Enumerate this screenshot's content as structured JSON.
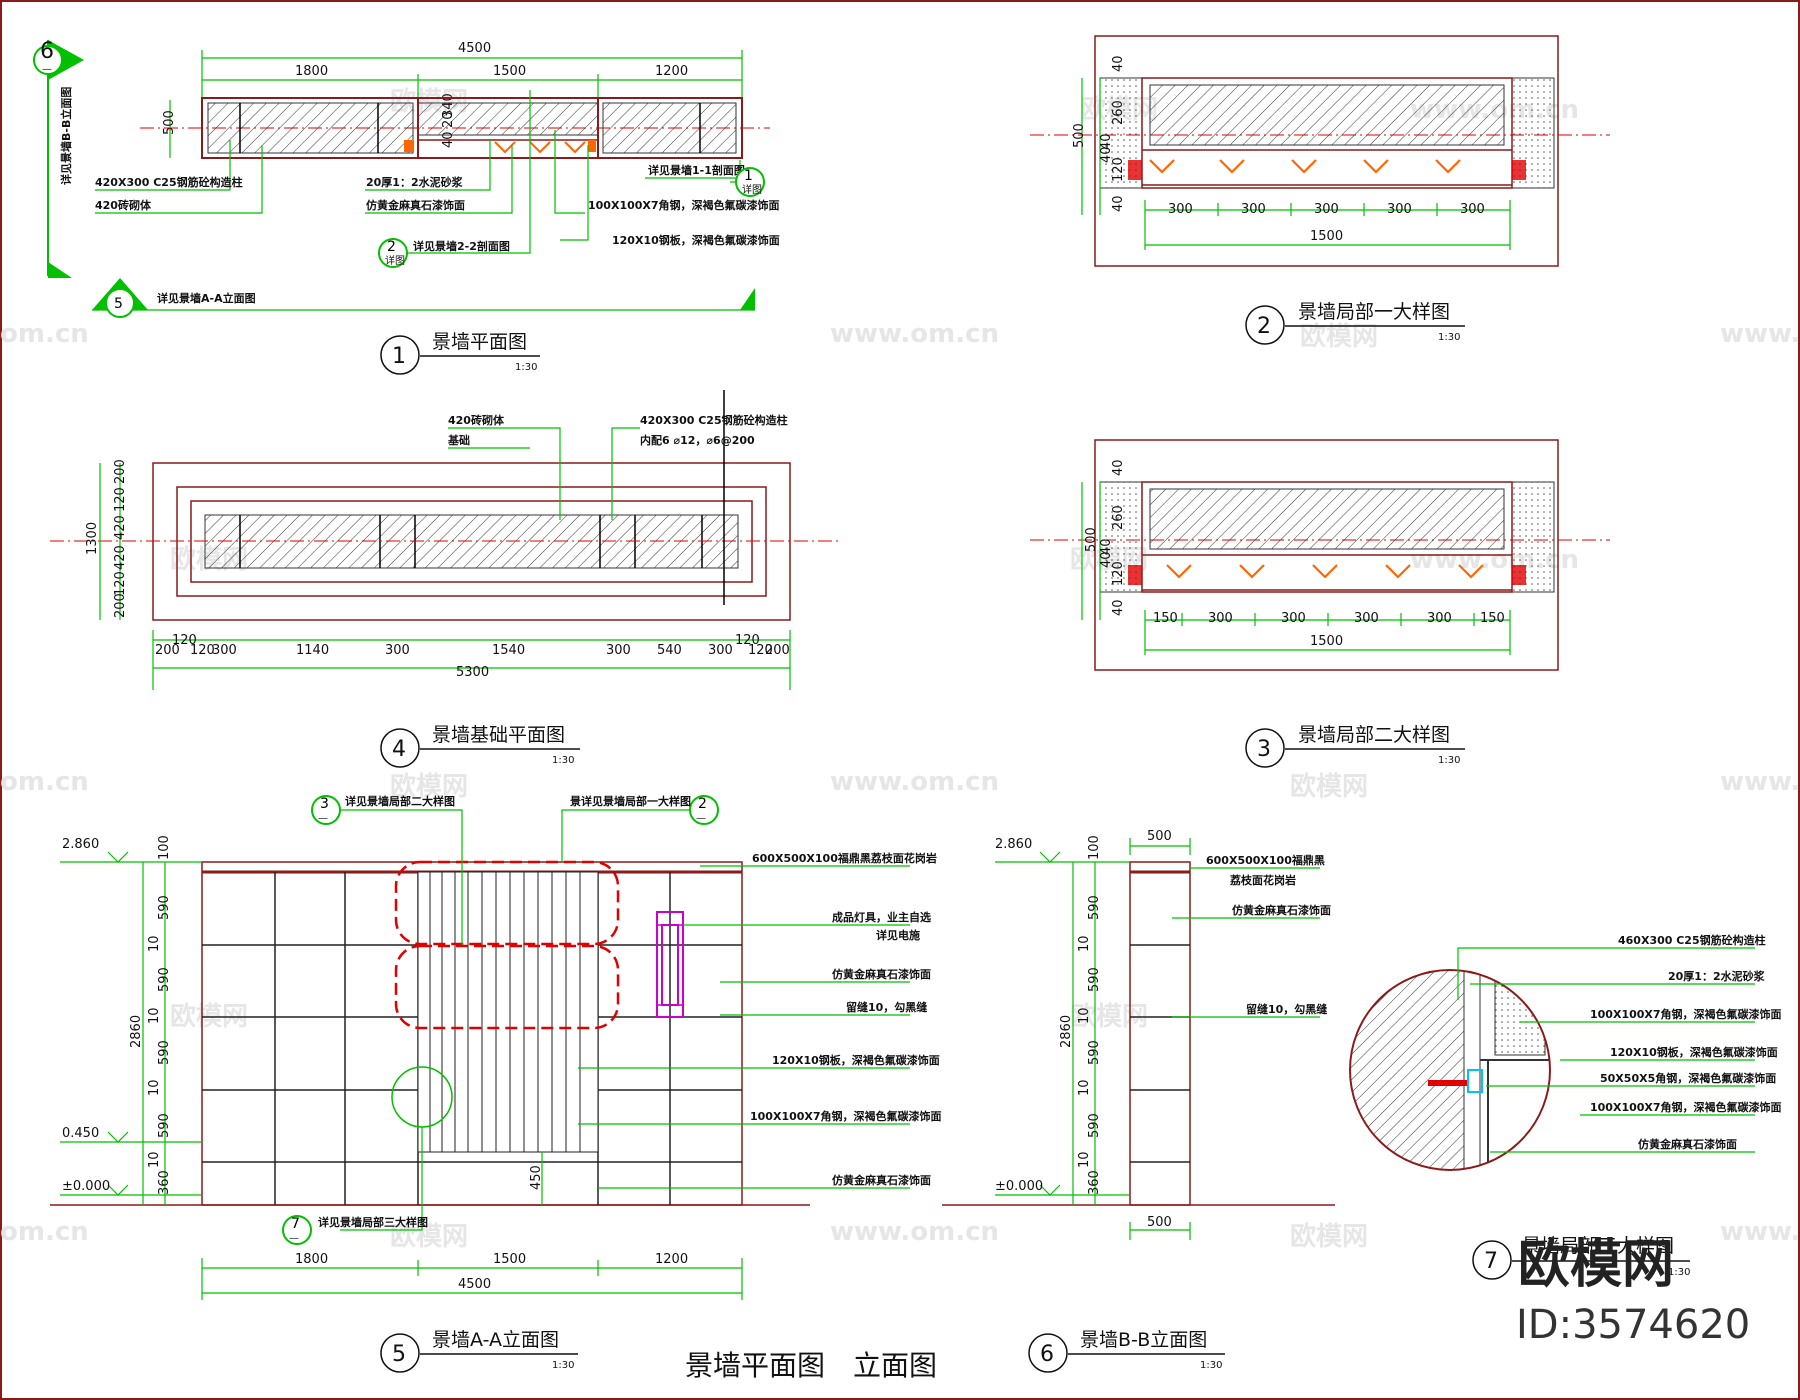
{
  "sheet_title": "景墙平面图　立面图",
  "watermark": {
    "text": "欧模网",
    "id": "ID:3574620",
    "site": "www.om.cn",
    "site_short": "om.cn"
  },
  "colors": {
    "outline": "#8b1a1a",
    "dim": "#00c000",
    "axis": "#e00000",
    "leader": "#00c000",
    "lamp": "#cc00cc",
    "hatch": "#333333",
    "bevel": "#ff6600"
  },
  "views": {
    "v1": {
      "num": "1",
      "title": "景墙平面图",
      "scale": "1:30",
      "dims_top": [
        "4500",
        "1800",
        "1500",
        "1200"
      ],
      "dim_left": "500",
      "dims_small": [
        "40",
        "20",
        "340"
      ],
      "ann": [
        "420X300 C25钢筋砼构造柱",
        "420砖砌体",
        "20厚1：2水泥砂浆",
        "仿黄金麻真石漆饰面",
        "100X100X7角钢，深褐色氟碳漆饰面",
        "120X10钢板，深褐色氟碳漆饰面",
        "详见景墙1-1剖面图",
        "详见景墙2-2剖面图",
        "详见景墙A-A立面图",
        "详见景墙B-B立面图"
      ],
      "callouts": [
        "6",
        "1",
        "2",
        "5"
      ],
      "callout_sub": [
        "—",
        "详图"
      ]
    },
    "v2": {
      "num": "2",
      "title": "景墙局部一大样图",
      "scale": "1:30",
      "dims_left": [
        "40",
        "260",
        "40",
        "40",
        "120",
        "40"
      ],
      "dim_left_total": "500",
      "dims_bottom": [
        "300",
        "300",
        "300",
        "300",
        "300"
      ],
      "dim_total": "1500"
    },
    "v3": {
      "num": "3",
      "title": "景墙局部二大样图",
      "scale": "1:30",
      "dims_left": [
        "40",
        "260",
        "40",
        "40",
        "120",
        "40"
      ],
      "dim_left_total": "500",
      "dims_bottom": [
        "150",
        "300",
        "300",
        "300",
        "300",
        "150"
      ],
      "dim_total": "1500"
    },
    "v4": {
      "num": "4",
      "title": "景墙基础平面图",
      "scale": "1:30",
      "dims_left": [
        "200",
        "120",
        "420",
        "420",
        "120",
        "200"
      ],
      "dim_left_total": "1300",
      "dims_top_small": [
        "120",
        "120"
      ],
      "dims_bottom": [
        "200",
        "120",
        "300",
        "1140",
        "300",
        "1540",
        "300",
        "540",
        "300",
        "120",
        "200"
      ],
      "dim_total": "5300",
      "ann": [
        "420砖砌体",
        "基础",
        "420X300 C25钢筋砼构造柱",
        "内配6 ⌀12，⌀6@200"
      ]
    },
    "v5": {
      "num": "5",
      "title": "景墙A-A立面图",
      "scale": "1:30",
      "levels": [
        "2.860",
        "0.450",
        "±0.000"
      ],
      "dims_left": [
        "100",
        "590",
        "10",
        "590",
        "10",
        "590",
        "10",
        "590",
        "10",
        "360"
      ],
      "dim_left_total": "2860",
      "dim_450": "450",
      "dims_bottom": [
        "1800",
        "1500",
        "1200"
      ],
      "dim_total": "4500",
      "callouts": [
        "3",
        "2",
        "7"
      ],
      "callout_text": [
        "详见景墙局部二大样图",
        "景详见景墙局部一大样图",
        "详见景墙局部三大样图"
      ],
      "ann": [
        "600X500X100福鼎黑荔枝面花岗岩",
        "成品灯具，业主自选",
        "详见电施",
        "仿黄金麻真石漆饰面",
        "留缝10，勾黑缝",
        "120X10钢板，深褐色氟碳漆饰面",
        "100X100X7角钢，深褐色氟碳漆饰面",
        "仿黄金麻真石漆饰面"
      ]
    },
    "v6": {
      "num": "6",
      "title": "景墙B-B立面图",
      "scale": "1:30",
      "levels": [
        "2.860",
        "±0.000"
      ],
      "dims_left": [
        "100",
        "590",
        "10",
        "590",
        "10",
        "590",
        "10",
        "590",
        "10",
        "360"
      ],
      "dim_left_total": "2860",
      "dim_top": "500",
      "dim_bottom": "500",
      "ann": [
        "600X500X100福鼎黑",
        "荔枝面花岗岩",
        "仿黄金麻真石漆饰面",
        "留缝10，勾黑缝"
      ]
    },
    "v7": {
      "num": "7",
      "title": "景墙局部三大样图",
      "scale": "1:30",
      "ann": [
        "460X300 C25钢筋砼构造柱",
        "20厚1：2水泥砂浆",
        "100X100X7角钢，深褐色氟碳漆饰面",
        "120X10钢板，深褐色氟碳漆饰面",
        "50X50X5角钢，深褐色氟碳漆饰面",
        "100X100X7角钢，深褐色氟碳漆饰面",
        "仿黄金麻真石漆饰面"
      ]
    }
  }
}
